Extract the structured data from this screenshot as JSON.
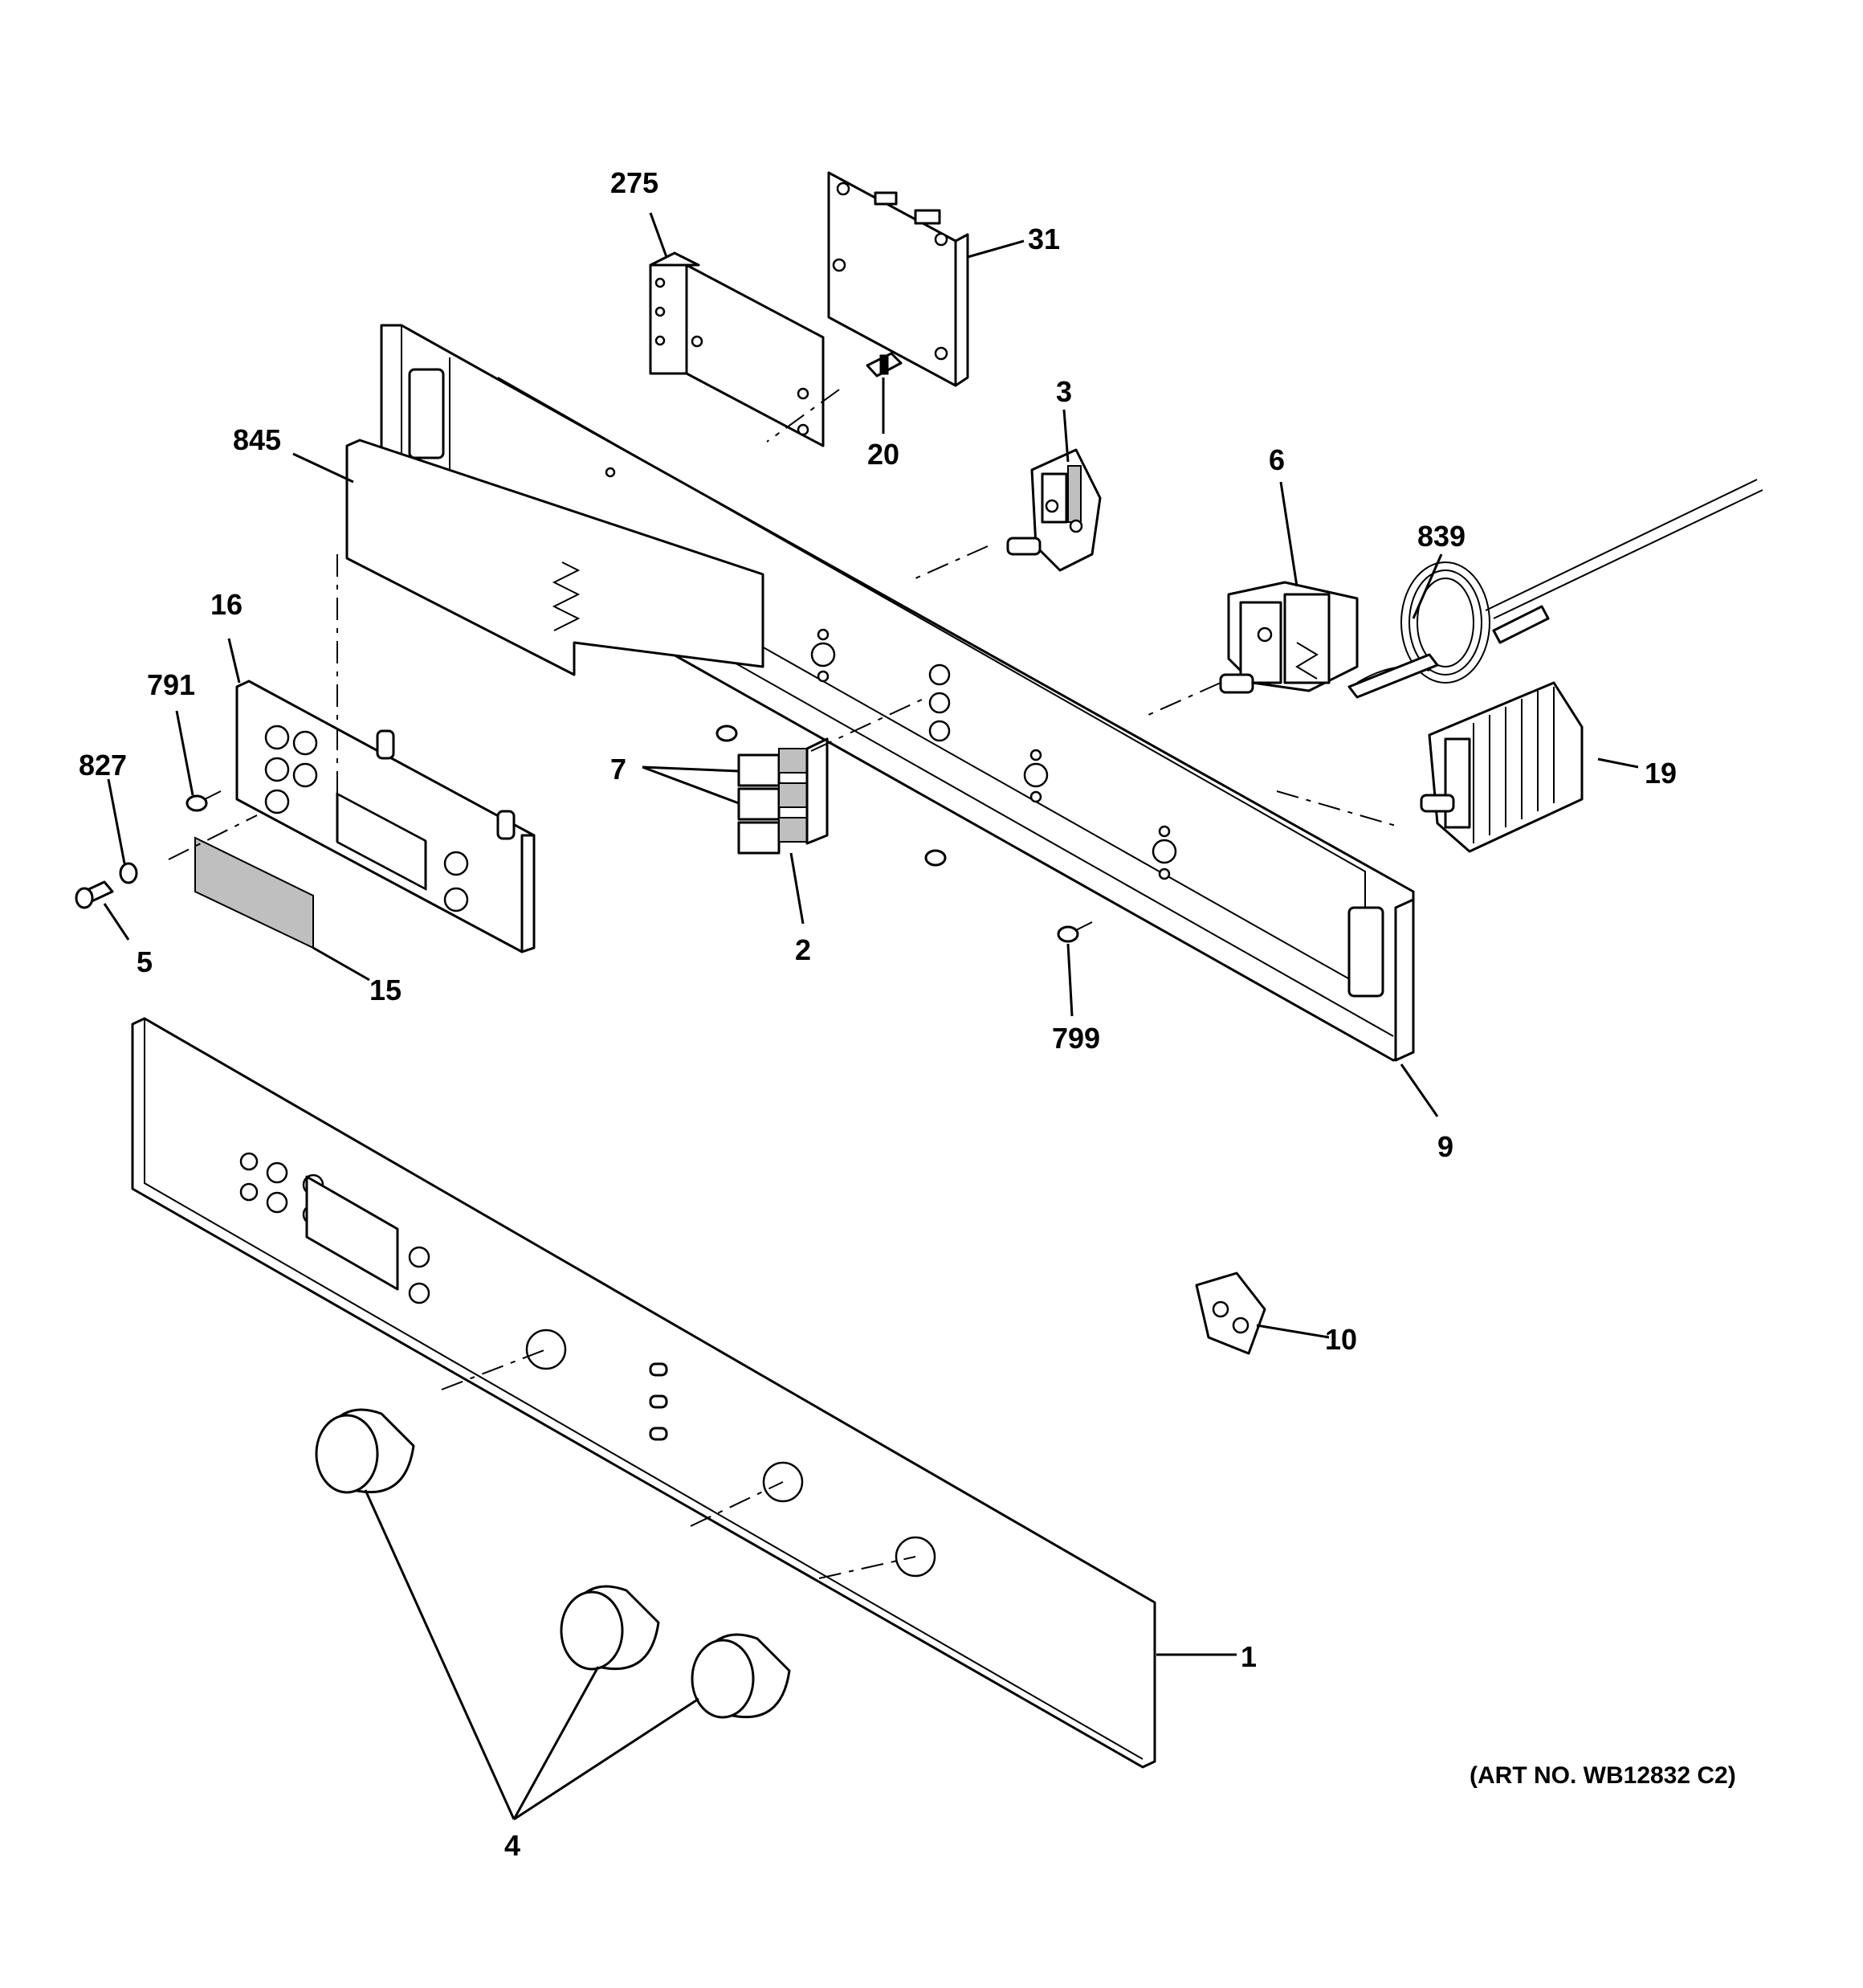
{
  "callouts": [
    {
      "id": "c275",
      "label": "275"
    },
    {
      "id": "c31",
      "label": "31"
    },
    {
      "id": "c3",
      "label": "3"
    },
    {
      "id": "c20",
      "label": "20"
    },
    {
      "id": "c845",
      "label": "845"
    },
    {
      "id": "c6",
      "label": "6"
    },
    {
      "id": "c839",
      "label": "839"
    },
    {
      "id": "c16",
      "label": "16"
    },
    {
      "id": "c791",
      "label": "791"
    },
    {
      "id": "c827",
      "label": "827"
    },
    {
      "id": "c7",
      "label": "7"
    },
    {
      "id": "c19",
      "label": "19"
    },
    {
      "id": "c5",
      "label": "5"
    },
    {
      "id": "c15",
      "label": "15"
    },
    {
      "id": "c2",
      "label": "2"
    },
    {
      "id": "c799",
      "label": "799"
    },
    {
      "id": "c9",
      "label": "9"
    },
    {
      "id": "c10",
      "label": "10"
    },
    {
      "id": "c1",
      "label": "1"
    },
    {
      "id": "c4",
      "label": "4"
    }
  ],
  "art_number": "(ART NO. WB12832 C2)"
}
